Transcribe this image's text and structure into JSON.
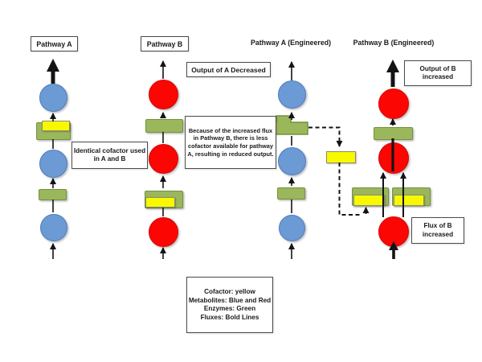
{
  "title": "Cofactor competition pathway diagram",
  "colors": {
    "metabolite_blue": "#6b9ad4",
    "metabolite_blue_border": "#4d7ebf",
    "metabolite_red": "#fb0603",
    "metabolite_red_border": "#d40a06",
    "enzyme_green": "#9ab75c",
    "enzyme_green_border": "#75913d",
    "cofactor_yellow": "#f8f800",
    "line_black": "#141414"
  },
  "pathways": {
    "a": {
      "label": "Pathway A"
    },
    "b": {
      "label": "Pathway B"
    },
    "a_eng": {
      "label": "Pathway A (Engineered)"
    },
    "b_eng": {
      "label": "Pathway B (Engineered)"
    }
  },
  "callouts": {
    "output_a": "Output of A Decreased",
    "output_b": "Output of B increased",
    "identical_cofactor": "Identical cofactor used in A and B",
    "because": "Because of the increased flux in Pathway B, there is less cofactor available for pathway A, resulting in reduced output.",
    "flux_b": "Flux of B increased"
  },
  "legend": {
    "lines": [
      "Cofactor: yellow",
      "Metabolites: Blue and Red",
      "Enzymes: Green",
      "Fluxes: Bold Lines"
    ]
  }
}
